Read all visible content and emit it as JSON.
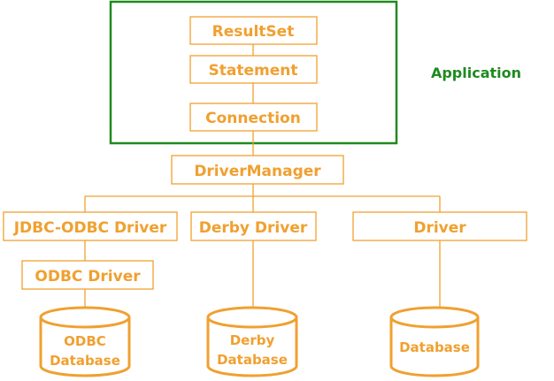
{
  "application": {
    "label": "Application",
    "frame_color": "#1f8a1f"
  },
  "boxes": {
    "resultset": "ResultSet",
    "statement": "Statement",
    "connection": "Connection",
    "driver_manager": "DriverManager",
    "jdbc_odbc_driver": "JDBC-ODBC Driver",
    "derby_driver": "Derby Driver",
    "driver": "Driver",
    "odbc_driver": "ODBC Driver"
  },
  "databases": {
    "odbc": {
      "line1": "ODBC",
      "line2": "Database"
    },
    "derby": {
      "line1": "Derby",
      "line2": "Database"
    },
    "generic": {
      "line1": "Database"
    }
  },
  "colors": {
    "accent": "#f0a030",
    "application": "#1f8a1f",
    "background": "#ffffff"
  }
}
